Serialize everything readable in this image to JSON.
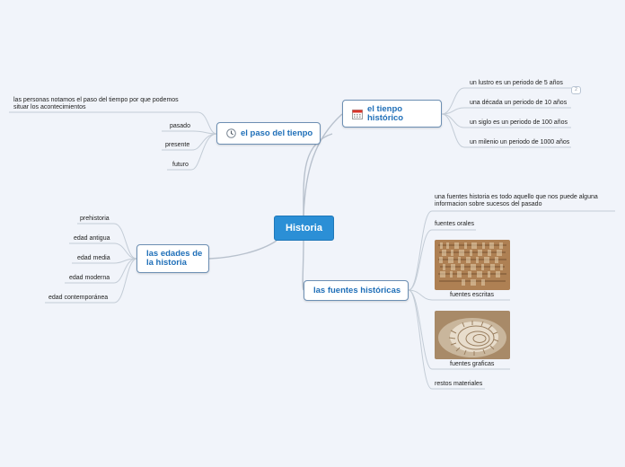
{
  "central": "Historia",
  "branches": {
    "paso": {
      "title": "el paso del tienpo",
      "icon": "clock-icon",
      "intro": "las personas notamos el paso del tiempo por que podemos situar los  acontecimientos",
      "items": [
        "pasado",
        "presente",
        "futuro"
      ]
    },
    "tiempo": {
      "title": "el tienpo histórico",
      "icon": "calendar-icon",
      "items": [
        "un lustro  es un periodo de 5 años",
        "una década un periodo de 10 años",
        "un siglo es un periodo de 100 años",
        "un milenio un periodo de 1000 años"
      ],
      "badge": "2"
    },
    "edades": {
      "title": "las edades de la historia",
      "items": [
        "prehistoria",
        "edad antigua",
        "edad media",
        "edad moderna",
        "edad contemporánea"
      ]
    },
    "fuentes": {
      "title": "las fuentes históricas",
      "items": [
        "una fuentes historia es todo aquello que nos puede alguna informacion sobre sucesos del pasado",
        "fuentes orales",
        "fuentes escritas",
        "fuentes graficas",
        "restos materiales"
      ]
    }
  },
  "colors": {
    "central": "#2b8fd6",
    "node_text": "#1f6fb8",
    "line": "#b5bfcc",
    "background": "#f1f4fa"
  }
}
